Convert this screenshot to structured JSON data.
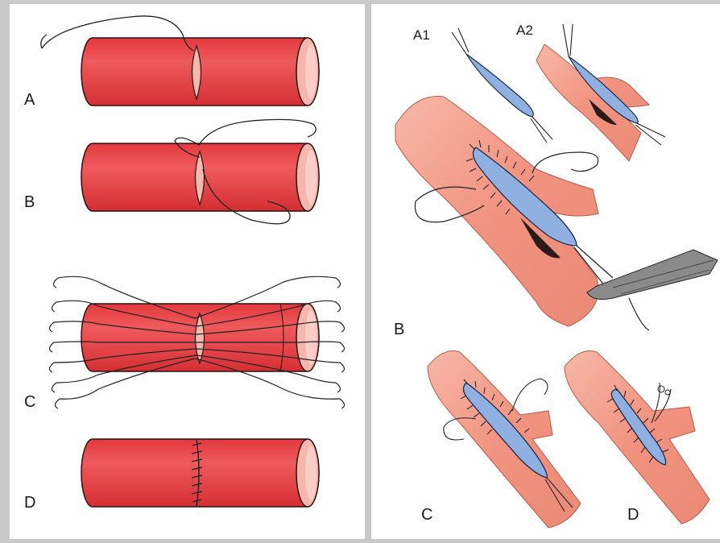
{
  "left_panel": {
    "labels": {
      "a": "A",
      "b": "B",
      "c": "C",
      "d": "D"
    }
  },
  "right_panel": {
    "labels": {
      "a1": "A1",
      "a2": "A2",
      "b": "B",
      "c": "C",
      "d": "D"
    }
  },
  "colors": {
    "vessel_red": "#e8474a",
    "vessel_dark": "#c7282c",
    "vessel_pink": "#f2a08d",
    "vessel_pink_dark": "#e07a66",
    "patch_blue": "#8fb0e0",
    "suture": "#222222"
  }
}
